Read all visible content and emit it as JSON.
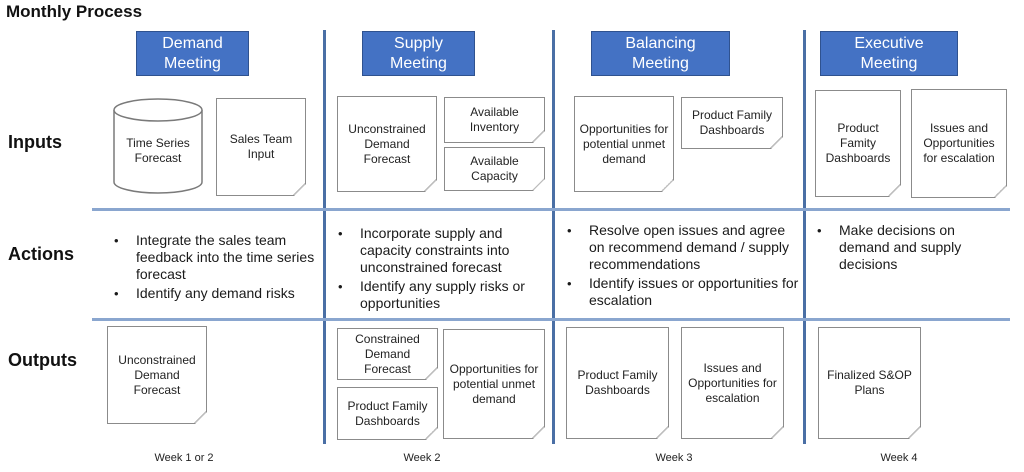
{
  "title": "Monthly Process",
  "rows": {
    "inputs": "Inputs",
    "actions": "Actions",
    "outputs": "Outputs"
  },
  "columns": [
    {
      "meeting": "Demand Meeting",
      "inputs": [
        "Time Series Forecast",
        "Sales Team Input"
      ],
      "actions": [
        "Integrate the sales team feedback into the time series forecast",
        "Identify any demand risks"
      ],
      "outputs": [
        "Unconstrained Demand Forecast"
      ],
      "week": "Week 1 or 2"
    },
    {
      "meeting": "Supply Meeting",
      "inputs": [
        "Unconstrained Demand Forecast",
        "Available Inventory",
        "Available Capacity"
      ],
      "actions": [
        "Incorporate supply and capacity constraints into unconstrained forecast",
        "Identify any supply risks or opportunities"
      ],
      "outputs": [
        "Constrained Demand Forecast",
        "Product Family Dashboards",
        "Opportunities for potential unmet demand"
      ],
      "week": "Week 2"
    },
    {
      "meeting": "Balancing Meeting",
      "inputs": [
        "Opportunities for potential unmet demand",
        "Product Family Dashboards"
      ],
      "actions": [
        "Resolve open issues and agree on recommend demand / supply recommendations",
        "Identify issues or opportunities for escalation"
      ],
      "outputs": [
        "Product Family Dashboards",
        "Issues and Opportunities for escalation"
      ],
      "week": "Week 3"
    },
    {
      "meeting": "Executive Meeting",
      "inputs": [
        "Product Famity Dashboards",
        "Issues and Opportunities for escalation"
      ],
      "actions": [
        "Make decisions on demand and supply decisions"
      ],
      "outputs": [
        "Finalized S&OP Plans"
      ],
      "week": "Week 4"
    }
  ]
}
